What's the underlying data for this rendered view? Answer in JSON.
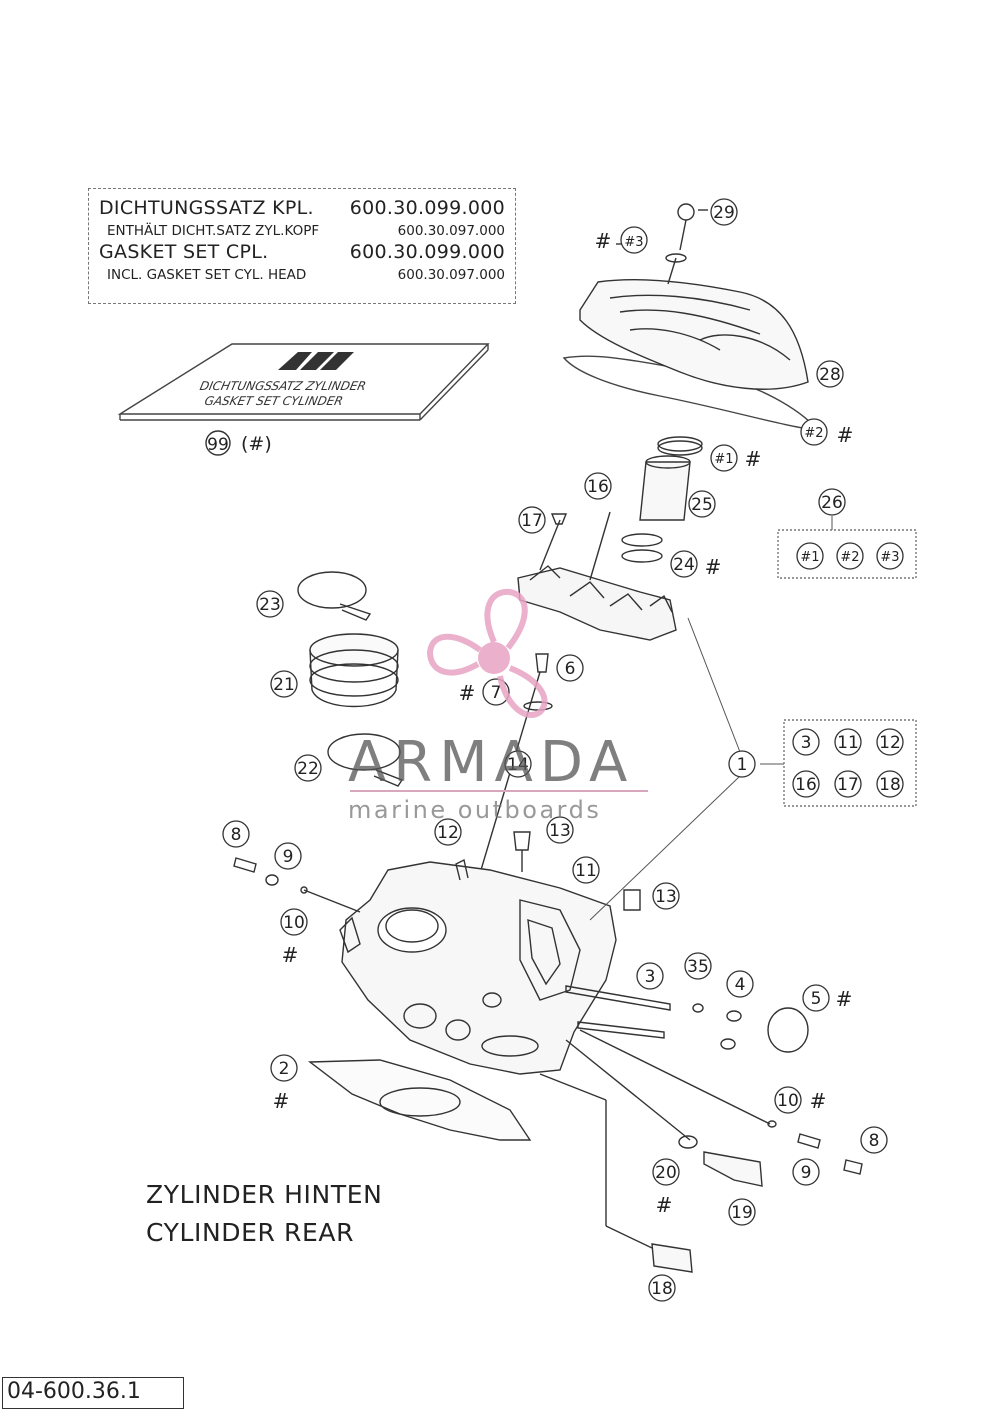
{
  "gasket_box": {
    "line1_label": "DICHTUNGSSATZ KPL.",
    "line1_num": "600.30.099.000",
    "line2_label": "ENTHÄLT DICHT.SATZ ZYL.KOPF",
    "line2_num": "600.30.097.000",
    "line3_label": "GASKET SET CPL.",
    "line3_num": "600.30.099.000",
    "line4_label": "INCL. GASKET SET CYL. HEAD",
    "line4_num": "600.30.097.000"
  },
  "kit_card": {
    "line1": "DICHTUNGSSATZ ZYLINDER",
    "line2": "GASKET SET CYLINDER",
    "ref_label": "99",
    "ref_suffix": "(#)"
  },
  "hash": "#",
  "callouts": {
    "c1": "1",
    "c2": "2",
    "c3": "3",
    "c3b": "3",
    "c4": "4",
    "c5": "5",
    "c6": "6",
    "c7": "7",
    "c8a": "8",
    "c8b": "8",
    "c9a": "9",
    "c9b": "9",
    "c10a": "10",
    "c10b": "10",
    "c11": "11",
    "c11b": "11",
    "c12": "12",
    "c12b": "12",
    "c13a": "13",
    "c13b": "13",
    "c14": "14",
    "c16": "16",
    "c16b": "16",
    "c17": "17",
    "c17b": "17",
    "c18": "18",
    "c18b": "18",
    "c19": "19",
    "c20": "20",
    "c21": "21",
    "c22": "22",
    "c23": "23",
    "c24": "24",
    "c25": "25",
    "c26": "26",
    "c28": "28",
    "c29": "29",
    "c35": "35",
    "s1": "#1",
    "s2": "#2",
    "s3": "#3",
    "s1b": "#1",
    "s2b": "#2",
    "s3b": "#3"
  },
  "watermark": {
    "title": "ARMADA",
    "subtitle": "marine outboards",
    "accent_color": "#e7a3c4"
  },
  "caption": {
    "line1": "ZYLINDER HINTEN",
    "line2": "CYLINDER REAR"
  },
  "doc_number": "04-600.36.1"
}
